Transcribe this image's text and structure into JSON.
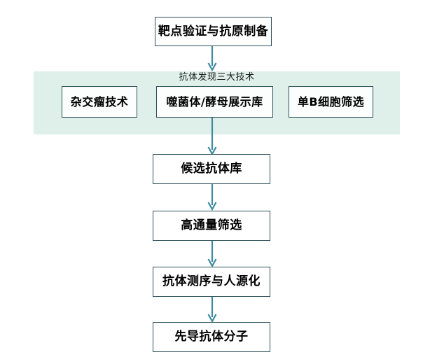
{
  "diagram": {
    "title_text": "",
    "colors": {
      "box_border": "#2c5058",
      "band_fill": "#dff0ea",
      "arrow": "#3d8a9e",
      "text": "#000000",
      "background": "#ffffff"
    },
    "top_node": {
      "label": "靶点验证与抗原制备"
    },
    "band": {
      "title": "抗体发现三大技术",
      "nodes": [
        {
          "label": "杂交瘤技术"
        },
        {
          "label": "噬菌体/酵母展示库"
        },
        {
          "label": "单B细胞筛选"
        }
      ]
    },
    "pipeline": [
      {
        "label": "候选抗体库"
      },
      {
        "label": "高通量筛选"
      },
      {
        "label": "抗体测序与人源化"
      },
      {
        "label": "先导抗体分子"
      }
    ],
    "connectors": [
      {
        "name": "arrow-top-to-band",
        "from": "靶点验证与抗原制备",
        "to": "抗体发现三大技术"
      },
      {
        "name": "arrow-band-to-candidate",
        "from": "抗体发现三大技术",
        "to": "候选抗体库"
      },
      {
        "name": "arrow-candidate-to-screening",
        "from": "候选抗体库",
        "to": "高通量筛选"
      },
      {
        "name": "arrow-screening-to-sequencing",
        "from": "高通量筛选",
        "to": "抗体测序与人源化"
      },
      {
        "name": "arrow-sequencing-to-lead",
        "from": "抗体测序与人源化",
        "to": "先导抗体分子"
      }
    ]
  }
}
